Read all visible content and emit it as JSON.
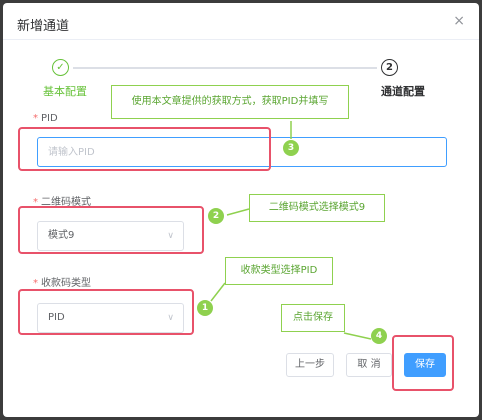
{
  "dialog": {
    "title": "新增通道",
    "close": "×"
  },
  "steps": [
    {
      "index": "✓",
      "label": "基本配置",
      "status": "done"
    },
    {
      "index": "2",
      "label": "通道配置",
      "status": "active"
    }
  ],
  "form": {
    "pid": {
      "required": "*",
      "label": "PID",
      "placeholder": "请输入PID",
      "value": ""
    },
    "qr_mode": {
      "required": "*",
      "label": "二维码模式",
      "value": "模式9"
    },
    "pay_type": {
      "required": "*",
      "label": "收款码类型",
      "value": "PID"
    }
  },
  "buttons": {
    "prev": "上一步",
    "cancel": "取 消",
    "save": "保存"
  },
  "annotations": [
    {
      "badge": "1",
      "text": "收款类型选择PID"
    },
    {
      "badge": "2",
      "text": "二维码模式选择模式9"
    },
    {
      "badge": "3",
      "text": "使用本文章提供的获取方式，获取PID并填写"
    },
    {
      "badge": "4",
      "text": "点击保存"
    }
  ],
  "colors": {
    "primary": "#409eff",
    "success": "#67c23a",
    "annotation": "#8fd14f",
    "highlight": "#e8526a"
  }
}
